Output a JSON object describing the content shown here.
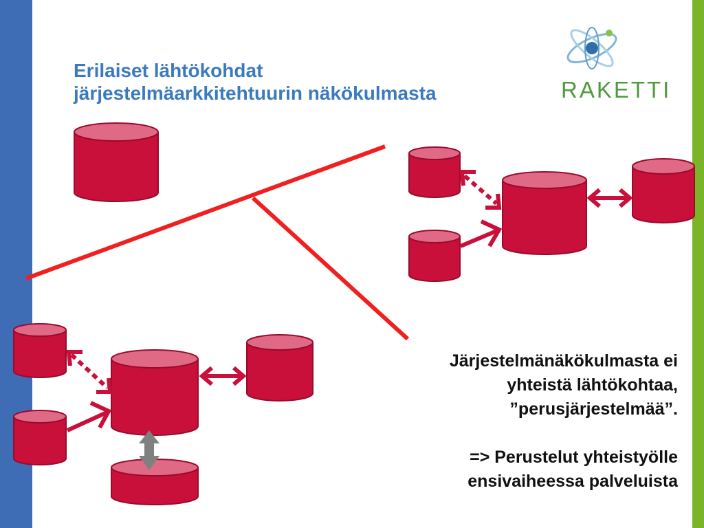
{
  "title": {
    "line1": "Erilaiset lähtökohdat",
    "line2": "järjestelmäarkkitehtuurin näkökulmasta"
  },
  "logo": {
    "text": "RAKETTI",
    "icon": "atom-orbit-icon"
  },
  "body": {
    "line1": "Järjestelmänäkökulmasta ei",
    "line2": "yhteistä lähtökohtaa,",
    "line3": "”perusjärjestelmää”.",
    "line4": "=> Perustelut yhteistyölle",
    "line5": "ensivaiheessa palveluista"
  },
  "colors": {
    "left_bar": "#3e6db5",
    "right_bar": "#7ab527",
    "title": "#3b7abf",
    "cylinder_body": "#c8103a",
    "cylinder_top": "#e06a86",
    "cylinder_stroke": "#9a0a2c",
    "divider": "#f02020",
    "arrow": "#c8103a",
    "grey_arrow": "#808080"
  }
}
